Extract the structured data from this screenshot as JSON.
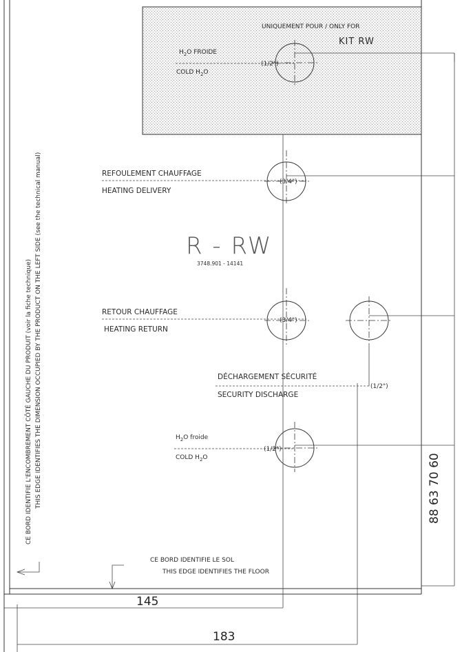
{
  "kit_zone": {
    "header": "UNIQUEMENT POUR  /  ONLY FOR",
    "kit_name": "KIT RW"
  },
  "connections": {
    "cold_top": {
      "label_fr": "H",
      "label_fr_rest": "O FROIDE",
      "label_en": "COLD H",
      "label_en_rest": "O",
      "sub": "2",
      "size": "(1/2\")"
    },
    "heating_delivery": {
      "label_fr": "REFOULEMENT CHAUFFAGE",
      "label_en": "HEATING DELIVERY",
      "size": "(3/4\")"
    },
    "heating_return": {
      "label_fr": "RETOUR CHAUFFAGE",
      "label_en": "HEATING RETURN",
      "size": "(3/4\")"
    },
    "security_discharge": {
      "label_fr": "DÉCHARGEMENT SÉCURITÉ",
      "label_en": "SECURITY DISCHARGE",
      "size": "(1/2\")"
    },
    "cold_bottom": {
      "label_fr": "H",
      "label_fr_rest": "O froide",
      "label_en": "COLD H",
      "label_en_rest": "O",
      "sub": "2",
      "size": "(1/2\")"
    }
  },
  "model": {
    "name": "R - RW",
    "codes": "3748.901 - 14141"
  },
  "left_edge": {
    "line1": "CE BORD IDENTIFIE L'ENCOMBREMENT CÔTÉ GAUCHE DU PRODUIT (voir la fiche technique)",
    "line2": "THIS EDGE IDENTIFIES THE DIMENSION OCCUPIED BY THE PRODUCT ON THE LEFT SIDE (see the technical manual)"
  },
  "floor_edge": {
    "line1": "CE BORD IDENTIFIE LE SOL",
    "line2": "THIS EDGE IDENTIFIES THE FLOOR"
  },
  "dimensions": {
    "vertical": "88 63 70 60",
    "horizontal_1": "145",
    "horizontal_2": "183"
  },
  "colors": {
    "line": "#333333",
    "hatch": "#d9d9d9"
  }
}
